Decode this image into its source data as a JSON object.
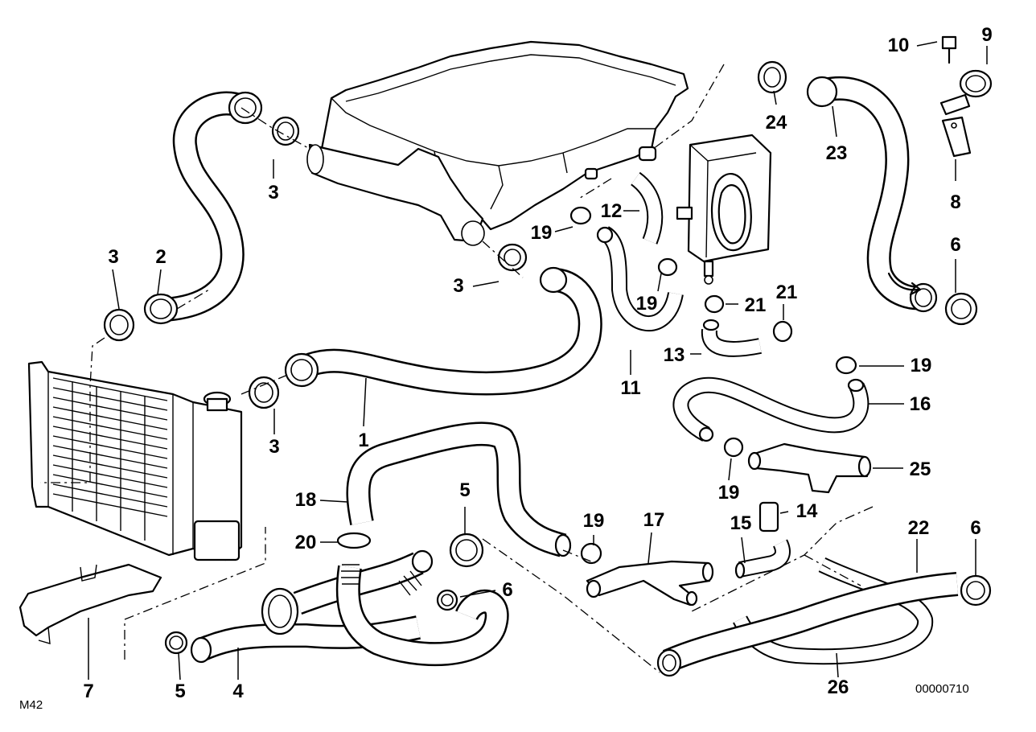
{
  "diagram": {
    "engine_code": "M42",
    "drawing_number": "00000710",
    "callouts": [
      "10",
      "9",
      "24",
      "23",
      "8",
      "6",
      "3",
      "2",
      "3",
      "12",
      "19",
      "3",
      "19",
      "21",
      "21",
      "13",
      "11",
      "19",
      "16",
      "1",
      "3",
      "25",
      "19",
      "18",
      "5",
      "14",
      "20",
      "19",
      "17",
      "15",
      "22",
      "6",
      "6",
      "26",
      "7",
      "5",
      "4"
    ]
  }
}
